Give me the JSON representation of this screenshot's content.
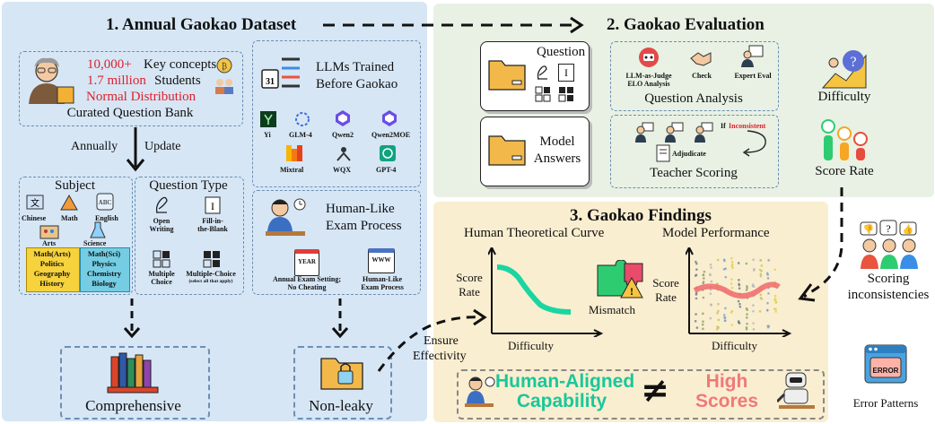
{
  "section1": {
    "title": "1. Annual Gaokao Dataset",
    "question_bank": {
      "stats": [
        {
          "num": "10,000+",
          "text": "Key concepts"
        },
        {
          "num": "1.7 million",
          "text": "Students"
        }
      ],
      "distribution": "Normal Distribution",
      "caption": "Curated Question Bank"
    },
    "update_labels": [
      "Annually",
      "Update"
    ],
    "subject": {
      "title": "Subject",
      "items": [
        "Chinese",
        "Math",
        "English",
        "Arts",
        "Science"
      ],
      "arts_list": [
        "Math(Arts)",
        "Politics",
        "Geography",
        "History"
      ],
      "science_list": [
        "Math(Sci)",
        "Physics",
        "Chemistry",
        "Biology"
      ]
    },
    "question_type": {
      "title": "Question Type",
      "items": [
        {
          "label": [
            "Open",
            "Writing"
          ]
        },
        {
          "label": [
            "Fill-in-",
            "the-Blank"
          ]
        },
        {
          "label": [
            "Multiple",
            "Choice"
          ]
        },
        {
          "label": [
            "Multiple-Choice"
          ],
          "sub": "(select all that apply)"
        }
      ]
    },
    "llms": {
      "title": [
        "LLMs Trained",
        "Before Gaokao"
      ],
      "models": [
        "Yi",
        "GLM-4",
        "Qwen2",
        "Qwen2MOE",
        "Mixtral",
        "WQX",
        "GPT-4"
      ]
    },
    "exam": {
      "title": [
        "Human-Like",
        "Exam Process"
      ],
      "items": [
        {
          "label": [
            "Annual Exam Setting;",
            "No Cheating"
          ],
          "badge": "YEAR"
        },
        {
          "label": [
            "Human-Like",
            "Exam Process"
          ],
          "badge": "WWW"
        }
      ]
    },
    "outcomes": [
      "Comprehensive",
      "Non-leaky"
    ]
  },
  "section2": {
    "title": "2. Gaokao Evaluation",
    "question_label": "Question",
    "fill_glyph": "I",
    "model_answers": [
      "Model",
      "Answers"
    ],
    "analysis": {
      "items": [
        {
          "label": [
            "LLM-as-Judge",
            "ELO Analysis"
          ]
        },
        {
          "label": [
            "Check"
          ]
        },
        {
          "label": [
            "Expert Eval"
          ]
        }
      ],
      "caption": "Question Analysis"
    },
    "teacher": {
      "if_text": "If",
      "inconsistent": "Inconsistent",
      "adjudicate": "Adjudicate",
      "caption": "Teacher Scoring"
    },
    "side": [
      "Difficulty",
      "Score Rate"
    ]
  },
  "section3": {
    "title": "3. Gaokao Findings",
    "curve_title": "Human Theoretical Curve",
    "model_title": "Model Performance",
    "ylabel": [
      "Score",
      "Rate"
    ],
    "xlabel": "Difficulty",
    "mismatch": "Mismatch",
    "ensure": [
      "Ensure",
      "Effectivity"
    ],
    "banner": {
      "left": [
        "Human-Aligned",
        "Capability"
      ],
      "neq": "≠",
      "right": [
        "High",
        "Scores"
      ]
    }
  },
  "right_side": {
    "scoring": [
      "Scoring",
      "inconsistencies"
    ],
    "error_badge": "ERROR",
    "error_label": "Error Patterns"
  },
  "colors": {
    "panel1": "#d6e6f5",
    "panel2": "#e8f1e3",
    "panel3": "#faeed0",
    "red": "#e0202a",
    "green_text": "#19c79a",
    "high_scores": "#f07979",
    "curve": "#19d6a1",
    "model_line": "#f07070"
  }
}
